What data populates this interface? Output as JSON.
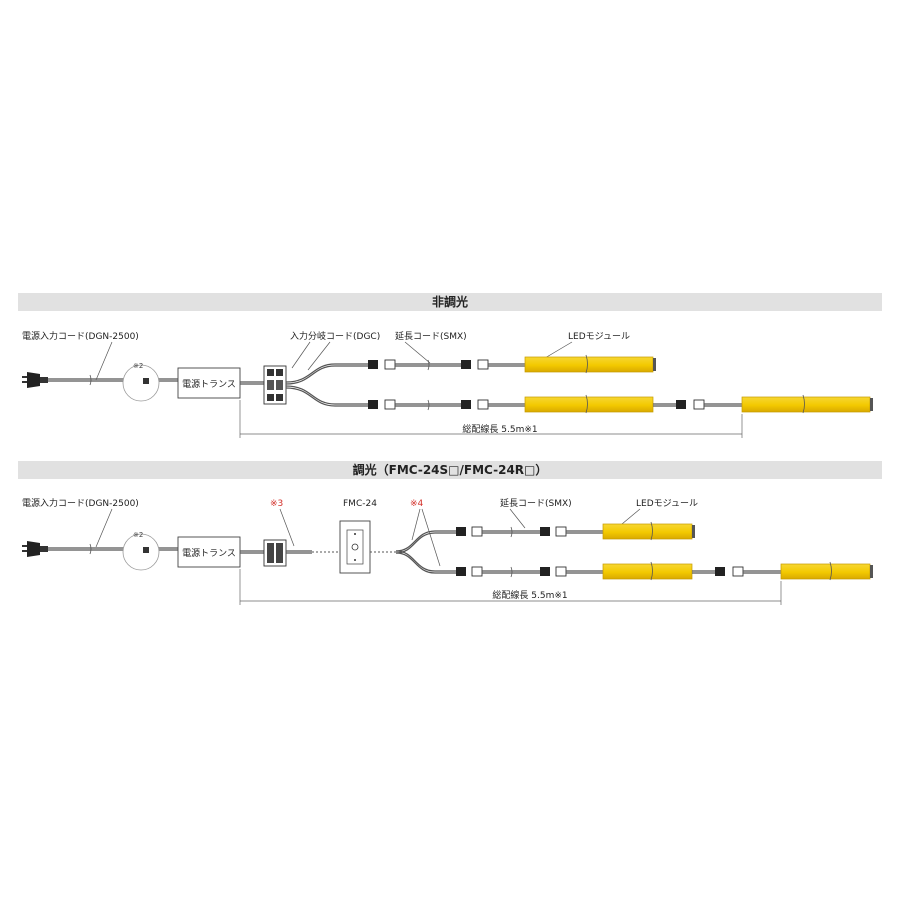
{
  "colors": {
    "led": "#f3c900",
    "led_dark": "#c59a00",
    "section_bg": "#e1e1e1",
    "line": "#555555",
    "accent_red": "#d3302a"
  },
  "sections": [
    {
      "title": "非調光",
      "labels": {
        "power_cord": "電源入力コード(DGN-2500)",
        "note2": "※2",
        "transformer": "電源トランス",
        "branch_cord": "入力分岐コード(DGC)",
        "extension_cord": "延長コード(SMX)",
        "led_module": "LEDモジュール",
        "total_length": "総配線長 5.5m※1"
      }
    },
    {
      "title": "調光（FMC-24S□/FMC-24R□）",
      "labels": {
        "power_cord": "電源入力コード(DGN-2500)",
        "note2": "※2",
        "transformer": "電源トランス",
        "note3": "※3",
        "controller": "FMC-24",
        "note4": "※4",
        "extension_cord": "延長コード(SMX)",
        "led_module": "LEDモジュール",
        "total_length": "総配線長 5.5m※1"
      }
    }
  ]
}
